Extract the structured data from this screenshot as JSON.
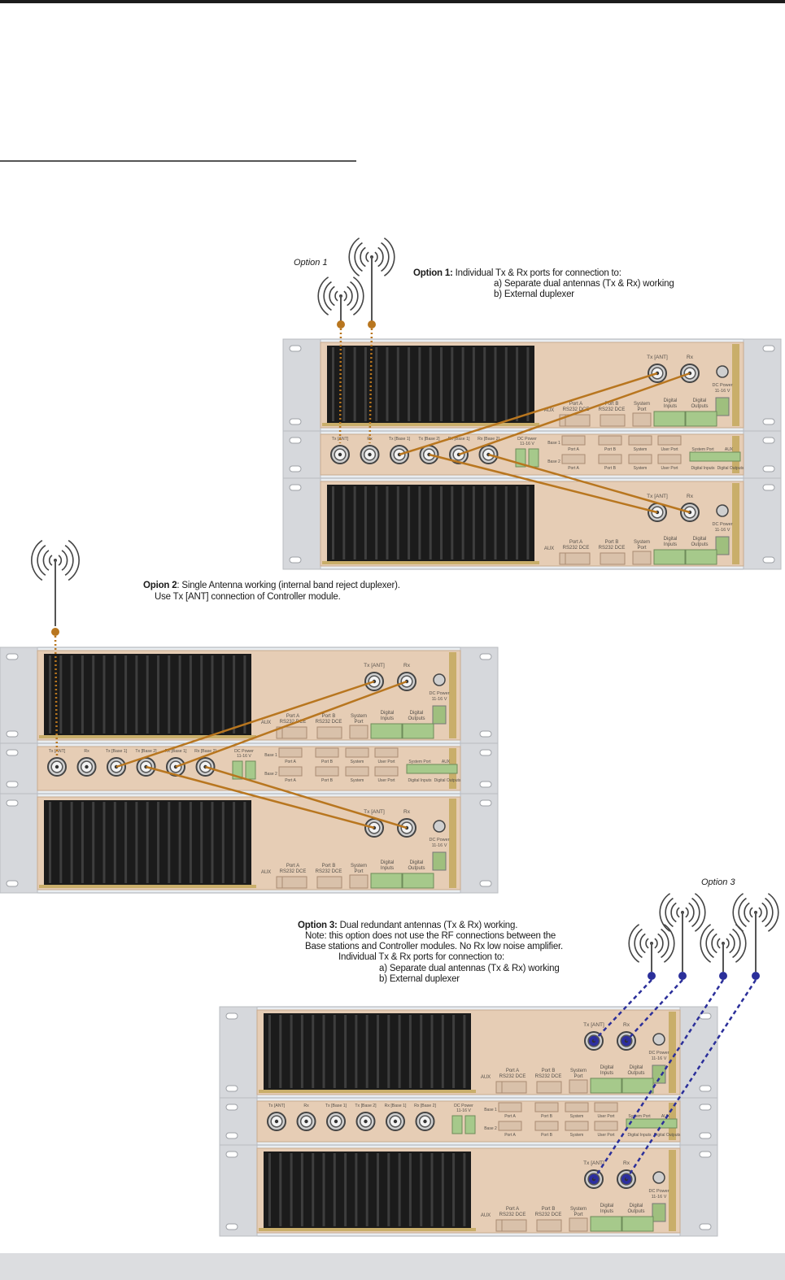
{
  "option1": {
    "tag": "Option 1",
    "heading": "Option 1:",
    "heading_rest": " Individual Tx & Rx ports for connection to:",
    "line_a": "a) Separate dual antennas (Tx & Rx) working",
    "line_b": "b) External duplexer"
  },
  "option2": {
    "heading": "Opion 2",
    "heading_rest": ": Single Antenna working (internal band reject duplexer).",
    "line_a": "Use Tx [ANT] connection of Controller module."
  },
  "option3": {
    "tag": "Option 3",
    "heading": "Option 3:",
    "heading_rest": " Dual redundant antennas (Tx & Rx) working.",
    "note1": "Note: this option does not use the RF connections between the",
    "note2": "Base stations and Controller modules. No Rx low noise amplifier.",
    "note3": "Individual Tx & Rx ports for connection to:",
    "line_a": "a) Separate dual antennas (Tx & Rx) working",
    "line_b": "b) External duplexer"
  },
  "base_station": {
    "tx_ant": "Tx [ANT]",
    "rx": "Rx",
    "aux": "AUX",
    "port_a": "Port A",
    "port_b": "Port B",
    "rs232": "RS232 DCE",
    "system": "System",
    "port": "Port",
    "digital": "Digital",
    "inputs": "Inputs",
    "outputs": "Outputs",
    "dc_power": "DC Power",
    "voltage": "11-16 V"
  },
  "controller": {
    "ports": [
      "Tx [ANT]",
      "Rx",
      "Tx [Base 1]",
      "Tx [Base 2]",
      "Rx [Base 1]",
      "Rx [Base 2]"
    ],
    "dc_power": "DC Power",
    "voltage": "11-16 V",
    "base1": "Base 1",
    "base2": "Base 2",
    "port_a": "Port A",
    "port_b": "Port B",
    "system": "System",
    "user_port": "User Port",
    "system_port": "System Port",
    "aux": "AUX",
    "digital_inputs": "Digital Inputs",
    "digital_outputs": "Digital Outputs"
  },
  "colors": {
    "cable_orange": "#b8761f",
    "cable_blue": "#2b2f9a",
    "rack_grey": "#d6d8dc",
    "panel_beige": "#e6cdb5",
    "heatsink": "#1b1b1b"
  }
}
